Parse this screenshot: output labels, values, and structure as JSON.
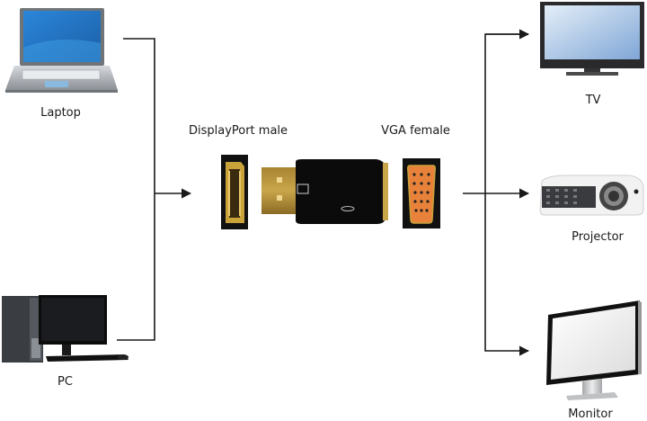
{
  "diagram": {
    "title": "DisplayPort to VGA adapter connection diagram",
    "sources": [
      {
        "id": "laptop",
        "label": "Laptop",
        "icon": "laptop-icon"
      },
      {
        "id": "pc",
        "label": "PC",
        "icon": "desktop-pc-icon"
      }
    ],
    "adapter": {
      "input_label": "DisplayPort male",
      "output_label": "VGA female",
      "input_icon": "displayport-connector-icon",
      "output_icon": "vga-connector-icon",
      "body_icon": "adapter-icon"
    },
    "targets": [
      {
        "id": "tv",
        "label": "TV",
        "icon": "tv-icon"
      },
      {
        "id": "projector",
        "label": "Projector",
        "icon": "projector-icon"
      },
      {
        "id": "monitor",
        "label": "Monitor",
        "icon": "monitor-icon"
      }
    ],
    "colors": {
      "line": "#1a1a1a",
      "connector_gold": "#c9a23a",
      "vga_orange": "#e8823a",
      "screen_blue": "#3a8fd8"
    }
  }
}
